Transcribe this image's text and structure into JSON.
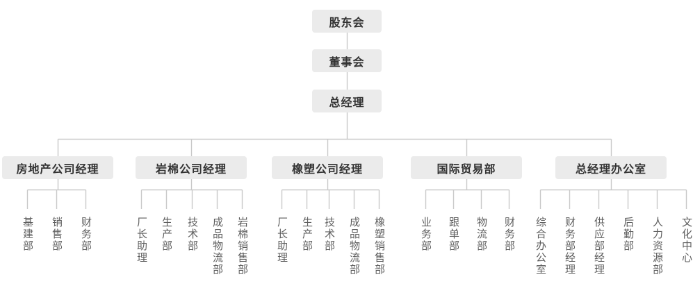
{
  "org_chart": {
    "title": "company-organization-chart",
    "root_chain": [
      "股东会",
      "董事会",
      "总经理"
    ],
    "branches": [
      {
        "label": "房地产公司经理",
        "children": [
          "基建部",
          "销售部",
          "财务部"
        ]
      },
      {
        "label": "岩棉公司经理",
        "children": [
          "厂长助理",
          "生产部",
          "技术部",
          "成品物流部",
          "岩棉销售部"
        ]
      },
      {
        "label": "橡塑公司经理",
        "children": [
          "厂长助理",
          "生产部",
          "技术部",
          "成品物流部",
          "橡塑销售部"
        ]
      },
      {
        "label": "国际贸易部",
        "children": [
          "业务部",
          "跟单部",
          "物流部",
          "财务部"
        ]
      },
      {
        "label": "总经理办公室",
        "children": [
          "综合办公室",
          "财务部经理",
          "供应部经理",
          "后勤部",
          "人力资源部",
          "文化中心"
        ]
      }
    ],
    "colors": {
      "node_background": "#ebebeb",
      "node_text": "#333333",
      "leaf_text": "#5e5e5e",
      "connector_line": "#c9c9c9",
      "page_background": "#ffffff"
    }
  }
}
